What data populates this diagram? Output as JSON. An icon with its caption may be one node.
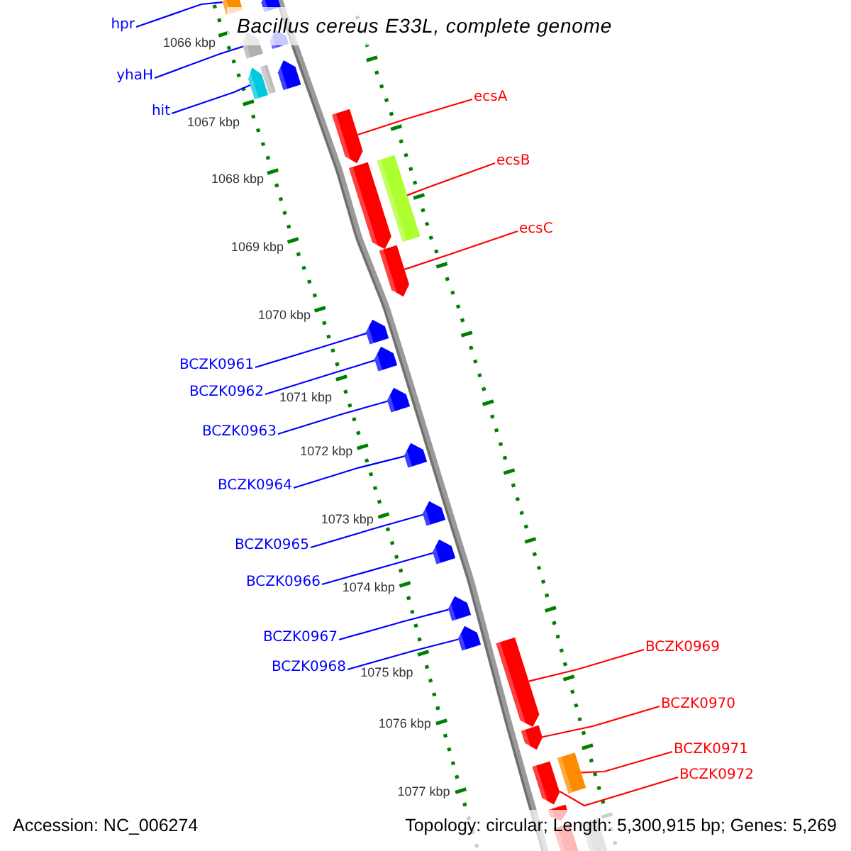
{
  "diagram": {
    "title": "Bacillus cereus E33L, complete genome",
    "nodes": [
      {
        "text": [
          "hpr"
        ]
      },
      {
        "text": [],
        "shape": "arrow"
      },
      {
        "text": [
          "yhaH"
        ]
      },
      {
        "text": [],
        "shape": "arrow"
      },
      {
        "text": [
          "hit"
        ]
      },
      {
        "text": [],
        "shape": "arrow"
      },
      {
        "text": [
          "ecsA"
        ]
      },
      {
        "text": [],
        "shape": "arrow"
      },
      {
        "text": [
          "ecsB"
        ]
      },
      {
        "text": [],
        "shape": "bar"
      },
      {
        "text": [
          "ecsC"
        ]
      },
      {
        "text": [],
        "shape": "arrow"
      },
      {
        "text": [
          "BCZK0961"
        ]
      },
      {
        "text": [],
        "shape": "arrow"
      },
      {
        "text": [
          "BCZK0962"
        ]
      },
      {
        "text": [],
        "shape": "arrow"
      },
      {
        "text": [
          "BCZK0963"
        ]
      },
      {
        "text": [],
        "shape": "arrow"
      },
      {
        "text": [
          "BCZK0964"
        ]
      },
      {
        "text": [],
        "shape": "arrow"
      },
      {
        "text": [
          "BCZK0965"
        ]
      },
      {
        "text": [],
        "shape": "arrow"
      },
      {
        "text": [
          "BCZK0966"
        ]
      },
      {
        "text": [],
        "shape": "arrow"
      },
      {
        "text": [
          "BCZK0967"
        ]
      },
      {
        "text": [],
        "shape": "arrow"
      },
      {
        "text": [
          "BCZK0968"
        ]
      },
      {
        "text": [],
        "shape": "arrow"
      },
      {
        "text": [
          "BCZK0969"
        ]
      },
      {
        "text": [],
        "shape": "arrow"
      },
      {
        "text": [
          "BCZK0970"
        ]
      },
      {
        "text": [],
        "shape": "arrow"
      },
      {
        "text": [
          "BCZK0971"
        ]
      },
      {
        "text": [],
        "shape": "bar"
      },
      {
        "text": [
          "BCZK0972"
        ]
      },
      {
        "text": [],
        "shape": "arrow"
      }
    ],
    "edges": [
      {
        "from": 0,
        "to": 1,
        "arrow": "none"
      },
      {
        "from": 2,
        "to": 3,
        "arrow": "none"
      },
      {
        "from": 4,
        "to": 5,
        "arrow": "none"
      },
      {
        "from": 6,
        "to": 7,
        "arrow": "none",
        "color": "#ff0000"
      },
      {
        "from": 8,
        "to": 9,
        "arrow": "none",
        "color": "#ff0000"
      },
      {
        "from": 10,
        "to": 11,
        "arrow": "none",
        "color": "#ff0000"
      },
      {
        "from": 12,
        "to": 13,
        "arrow": "none"
      },
      {
        "from": 14,
        "to": 15,
        "arrow": "none"
      },
      {
        "from": 16,
        "to": 17,
        "arrow": "none"
      },
      {
        "from": 18,
        "to": 19,
        "arrow": "none"
      },
      {
        "from": 20,
        "to": 21,
        "arrow": "none"
      },
      {
        "from": 22,
        "to": 23,
        "arrow": "none"
      },
      {
        "from": 24,
        "to": 25,
        "arrow": "none"
      },
      {
        "from": 26,
        "to": 27,
        "arrow": "none"
      },
      {
        "from": 28,
        "to": 29,
        "arrow": "none",
        "color": "#ff0000"
      },
      {
        "from": 30,
        "to": 31,
        "arrow": "none",
        "color": "#ff0000"
      },
      {
        "from": 32,
        "to": 33,
        "arrow": "none",
        "color": "#ff0000"
      },
      {
        "from": 34,
        "to": 35,
        "arrow": "none",
        "color": "#ff0000"
      }
    ],
    "labels": [
      "1066 kbp",
      "1067 kbp",
      "1068 kbp",
      "1069 kbp",
      "1070 kbp",
      "1071 kbp",
      "1072 kbp",
      "1073 kbp",
      "1074 kbp",
      "1075 kbp",
      "1076 kbp",
      "1077 kbp",
      "Accession: NC_006274",
      "Topology: circular; Length: 5,300,915 bp; Genes: 5,269"
    ]
  }
}
